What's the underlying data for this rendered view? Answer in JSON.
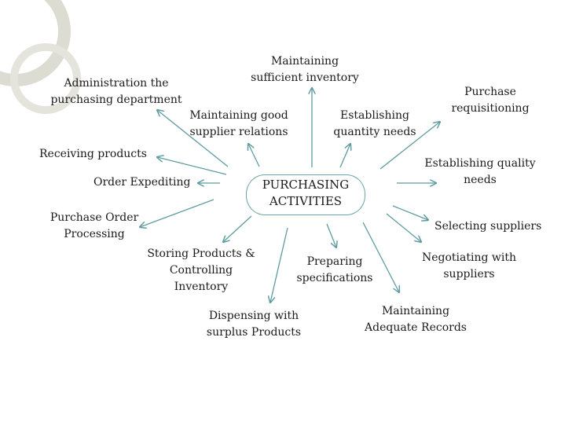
{
  "center": {
    "line1": "PURCHASING",
    "line2": "ACTIVITIES"
  },
  "activities": [
    {
      "id": "maintaining-inventory",
      "lines": [
        "Maintaining",
        "sufficient inventory"
      ]
    },
    {
      "id": "administration",
      "lines": [
        "Administration the",
        "purchasing department"
      ]
    },
    {
      "id": "supplier-relations",
      "lines": [
        "Maintaining good",
        "supplier relations"
      ]
    },
    {
      "id": "quantity-needs",
      "lines": [
        "Establishing",
        "quantity needs"
      ]
    },
    {
      "id": "requisitioning",
      "lines": [
        "Purchase",
        "requisitioning"
      ]
    },
    {
      "id": "receiving",
      "lines": [
        "Receiving products"
      ]
    },
    {
      "id": "quality-needs",
      "lines": [
        "Establishing quality",
        "needs"
      ]
    },
    {
      "id": "order-expediting",
      "lines": [
        "Order Expediting"
      ]
    },
    {
      "id": "po-processing",
      "lines": [
        "Purchase Order",
        "Processing"
      ]
    },
    {
      "id": "selecting-suppliers",
      "lines": [
        "Selecting suppliers"
      ]
    },
    {
      "id": "storing",
      "lines": [
        "Storing Products &",
        "Controlling",
        "Inventory"
      ]
    },
    {
      "id": "negotiating",
      "lines": [
        "Negotiating with",
        "suppliers"
      ]
    },
    {
      "id": "specifications",
      "lines": [
        "Preparing",
        "specifications"
      ]
    },
    {
      "id": "dispensing",
      "lines": [
        "Dispensing with",
        "surplus Products"
      ]
    },
    {
      "id": "records",
      "lines": [
        "Maintaining",
        "Adequate Records"
      ]
    }
  ],
  "colors": {
    "arrow": "#5e9ba1",
    "ellipse": "#6aa3a8",
    "decor_ring": "#d8d8cf"
  }
}
